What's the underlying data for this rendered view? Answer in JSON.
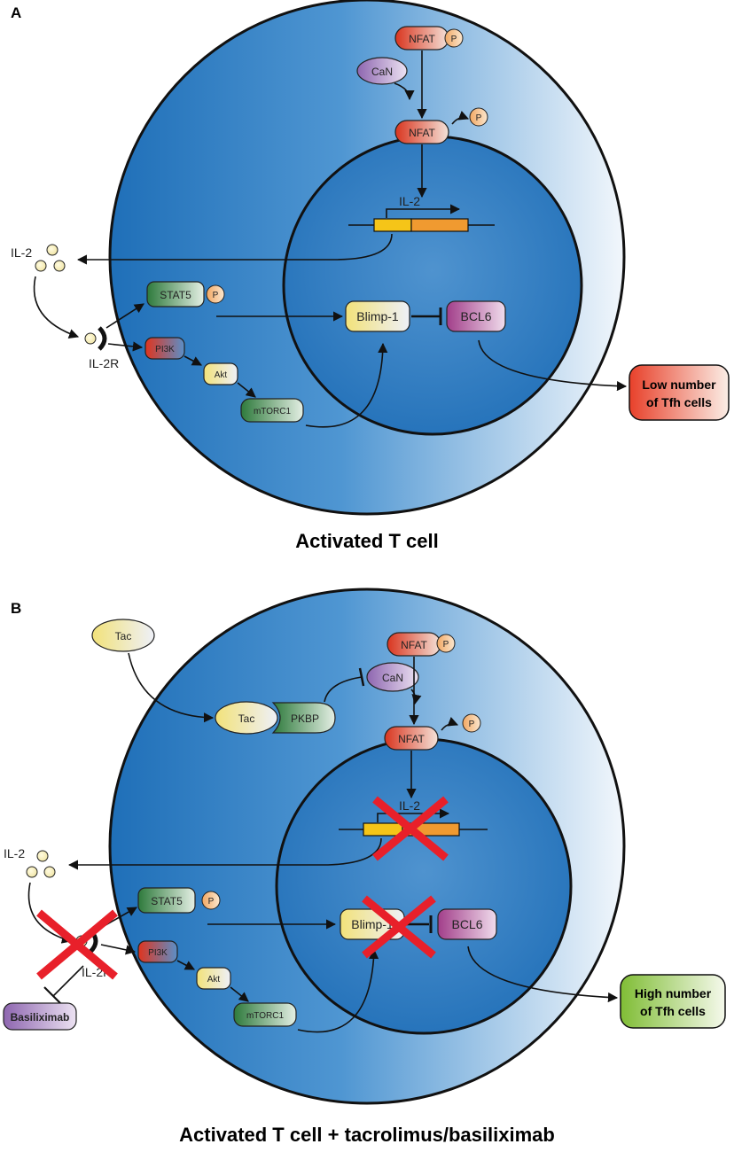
{
  "panel_a": {
    "letter": "A",
    "caption": "Activated T cell",
    "labels": {
      "nfat_p": "NFAT",
      "p1": "P",
      "can": "CaN",
      "nfat": "NFAT",
      "p2": "P",
      "il2_gene": "IL-2",
      "il2_out": "IL-2",
      "il2r": "IL-2R",
      "stat5": "STAT5",
      "p3": "P",
      "pi3k": "PI3K",
      "akt": "Akt",
      "mtorc1": "mTORC1",
      "blimp": "Blimp-1",
      "bcl6": "BCL6"
    },
    "outcome": {
      "line1": "Low number",
      "line2": "of Tfh cells"
    }
  },
  "panel_b": {
    "letter": "B",
    "caption": "Activated T cell + tacrolimus/basiliximab",
    "labels": {
      "tac_out": "Tac",
      "tac": "Tac",
      "pkbp": "PKBP",
      "nfat_p": "NFAT",
      "p1": "P",
      "can": "CaN",
      "nfat": "NFAT",
      "p2": "P",
      "il2_gene": "IL-2",
      "il2_out": "IL-2",
      "il2r": "IL-2R",
      "stat5": "STAT5",
      "p3": "P",
      "pi3k": "PI3K",
      "akt": "Akt",
      "mtorc1": "mTORC1",
      "blimp": "Blimp-1",
      "bcl6": "BCL6",
      "basiliximab": "Basiliximab"
    },
    "outcome": {
      "line1": "High number",
      "line2": "of Tfh cells"
    }
  },
  "colors": {
    "cell_dark": "#2a78c0",
    "cell_light": "#e9f2fa",
    "nucleus": "#2a78c0",
    "cross": "#e8202a",
    "gene_yellow": "#f5c518",
    "gene_orange": "#f09a30",
    "low_red": "#e8402a",
    "high_green": "#8cc63f"
  }
}
